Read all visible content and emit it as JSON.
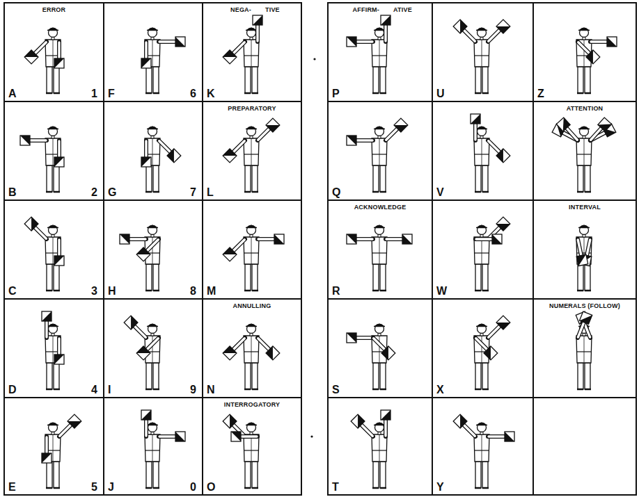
{
  "diagram": {
    "nodes": [
      {
        "text": [
          "ERROR",
          "A",
          "1"
        ]
      },
      {
        "text": [
          "B",
          "2"
        ]
      },
      {
        "text": [
          "C",
          "3"
        ]
      },
      {
        "text": [
          "D",
          "4"
        ]
      },
      {
        "text": [
          "E",
          "5"
        ]
      },
      {
        "text": [
          "F",
          "6"
        ]
      },
      {
        "text": [
          "G",
          "7"
        ]
      },
      {
        "text": [
          "H",
          "8"
        ]
      },
      {
        "text": [
          "I",
          "9"
        ]
      },
      {
        "text": [
          "J",
          "0"
        ]
      },
      {
        "text": [
          "NEGA-",
          "TIVE",
          "K"
        ]
      },
      {
        "text": [
          "PREPARATORY",
          "L"
        ]
      },
      {
        "text": [
          "M"
        ]
      },
      {
        "text": [
          "ANNULLING",
          "N"
        ]
      },
      {
        "text": [
          "INTERROGATORY",
          "O"
        ]
      },
      {
        "text": [
          "AFFIRM-",
          "ATIVE",
          "P"
        ]
      },
      {
        "text": [
          "Q"
        ]
      },
      {
        "text": [
          "ACKNOWLEDGE",
          "R"
        ]
      },
      {
        "text": [
          "S"
        ]
      },
      {
        "text": [
          "T"
        ]
      },
      {
        "text": [
          "U"
        ]
      },
      {
        "text": [
          "V"
        ]
      },
      {
        "text": [
          "W"
        ]
      },
      {
        "text": [
          "X"
        ]
      },
      {
        "text": [
          "Y"
        ]
      },
      {
        "text": [
          "Z"
        ]
      },
      {
        "text": [
          "ATTENTION"
        ]
      },
      {
        "text": [
          "INTERVAL"
        ]
      },
      {
        "text": [
          "NUMERALS (FOLLOW)"
        ]
      }
    ]
  }
}
